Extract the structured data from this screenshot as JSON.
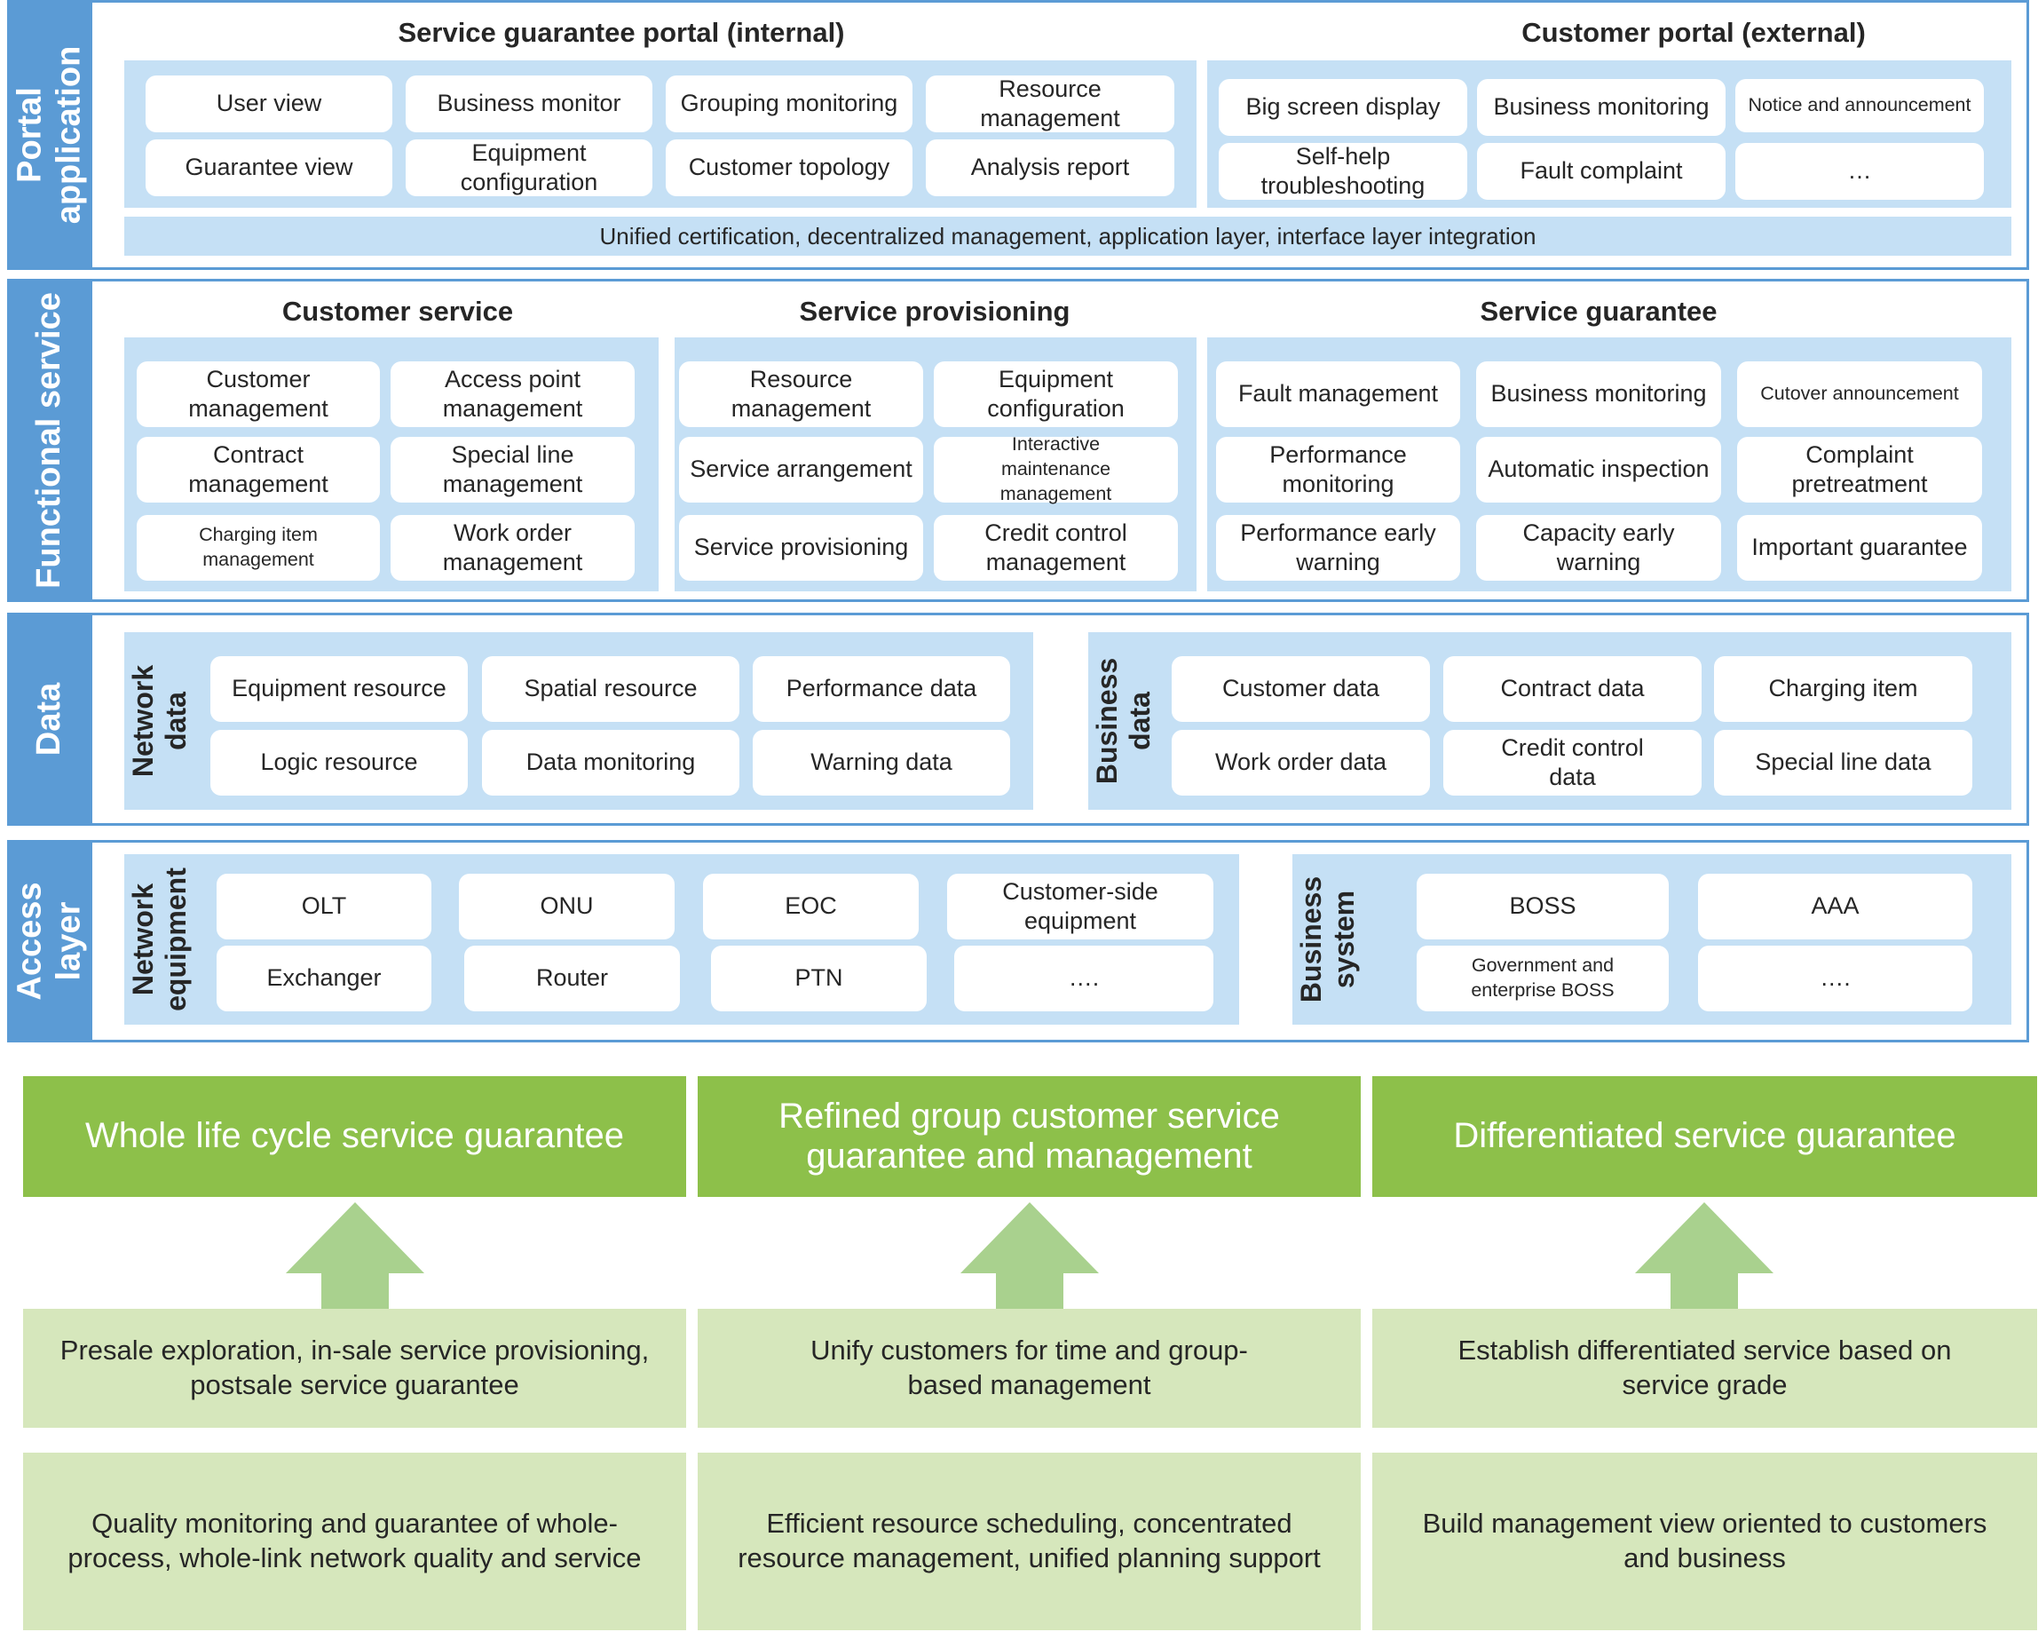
{
  "portal": {
    "label": "Portal application",
    "internal_title": "Service guarantee portal (internal)",
    "external_title": "Customer portal (external)",
    "internal_items": [
      "User view",
      "Business monitor",
      "Grouping monitoring",
      "Resource management",
      "Guarantee view",
      "Equipment configuration",
      "Customer topology",
      "Analysis report"
    ],
    "external_items": [
      "Big screen display",
      "Business monitoring",
      "Notice and announcement",
      "Self-help troubleshooting",
      "Fault complaint",
      "…"
    ],
    "band": "Unified certification, decentralized management, application layer, interface layer integration"
  },
  "functional": {
    "label": "Functional service",
    "customer_service": {
      "title": "Customer service",
      "items": [
        "Customer management",
        "Access point management",
        "Contract management",
        "Special line management",
        "Charging item management",
        "Work order management"
      ]
    },
    "provisioning": {
      "title": "Service provisioning",
      "items": [
        "Resource management",
        "Equipment configuration",
        "Service arrangement",
        "Interactive maintenance management",
        "Service provisioning",
        "Credit control management"
      ]
    },
    "guarantee": {
      "title": "Service guarantee",
      "items": [
        "Fault management",
        "Business monitoring",
        "Cutover announcement",
        "Performance monitoring",
        "Automatic inspection",
        "Complaint pretreatment",
        "Performance early warning",
        "Capacity early warning",
        "Important guarantee"
      ]
    }
  },
  "data": {
    "label": "Data",
    "network_label": "Network data",
    "network_items": [
      "Equipment resource",
      "Spatial resource",
      "Performance data",
      "Logic resource",
      "Data monitoring",
      "Warning data"
    ],
    "business_label": "Business data",
    "business_items": [
      "Customer data",
      "Contract data",
      "Charging item",
      "Work order data",
      "Credit control data",
      "Special line data"
    ]
  },
  "access": {
    "label": "Access layer",
    "network_label": "Network equipment",
    "network_items": [
      "OLT",
      "ONU",
      "EOC",
      "Customer-side equipment",
      "Exchanger",
      "Router",
      "PTN",
      "…."
    ],
    "business_label": "Business system",
    "business_items": [
      "BOSS",
      "AAA",
      "Government and enterprise BOSS",
      "…."
    ]
  },
  "goals": [
    {
      "title": "Whole life cycle service guarantee",
      "desc1": "Presale exploration, in-sale service provisioning, postsale service guarantee",
      "desc2": "Quality monitoring and guarantee of whole-process, whole-link network quality and service"
    },
    {
      "title": "Refined group customer service guarantee and management",
      "desc1": "Unify customers for time and group-based management",
      "desc2": "Efficient resource scheduling, concentrated resource management, unified planning support"
    },
    {
      "title": "Differentiated service guarantee",
      "desc1": "Establish differentiated service based on service grade",
      "desc2": "Build management view oriented to customers and business"
    }
  ],
  "colors": {
    "layer_blue": "#5b9bd5",
    "panel_blue": "#c5e0f5",
    "goal_green": "#8dc04a",
    "arrow_green": "#a9d18e",
    "desc_green": "#d6e7bc"
  }
}
